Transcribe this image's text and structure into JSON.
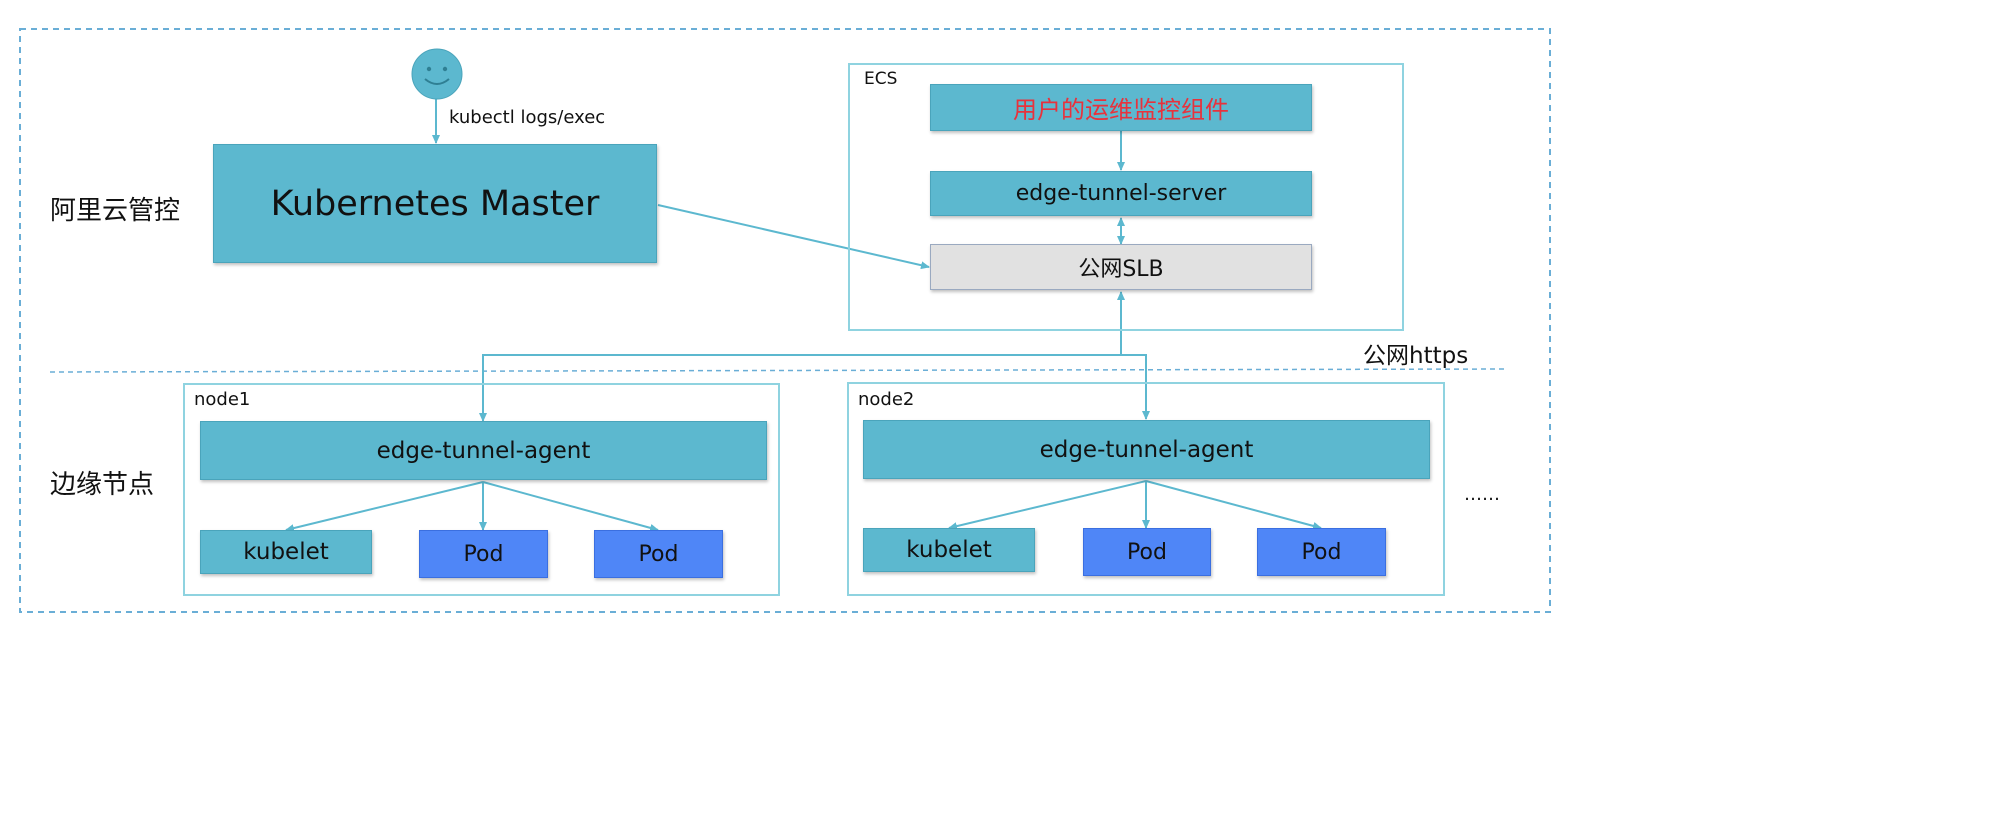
{
  "zones": {
    "cloud": "阿里云管控",
    "edge": "边缘节点"
  },
  "user": {
    "icon": "smiley-face-icon",
    "command": "kubectl logs/exec"
  },
  "master": {
    "label": "Kubernetes Master"
  },
  "ecs": {
    "title": "ECS",
    "ops_component": "用户的运维监控组件",
    "tunnel_server": "edge-tunnel-server",
    "slb": "公网SLB"
  },
  "link_label": "公网https",
  "nodes": [
    {
      "title": "node1",
      "agent": "edge-tunnel-agent",
      "kubelet": "kubelet",
      "pods": [
        "Pod",
        "Pod"
      ]
    },
    {
      "title": "node2",
      "agent": "edge-tunnel-agent",
      "kubelet": "kubelet",
      "pods": [
        "Pod",
        "Pod"
      ]
    }
  ],
  "more": "……",
  "colors": {
    "teal": "#5cb8cf",
    "pod_blue": "#4f86f7",
    "slb_gray": "#e1e1e1",
    "red_text": "#e8323c",
    "frame": "#8fd3e0",
    "dashed": "#6aaed6"
  }
}
